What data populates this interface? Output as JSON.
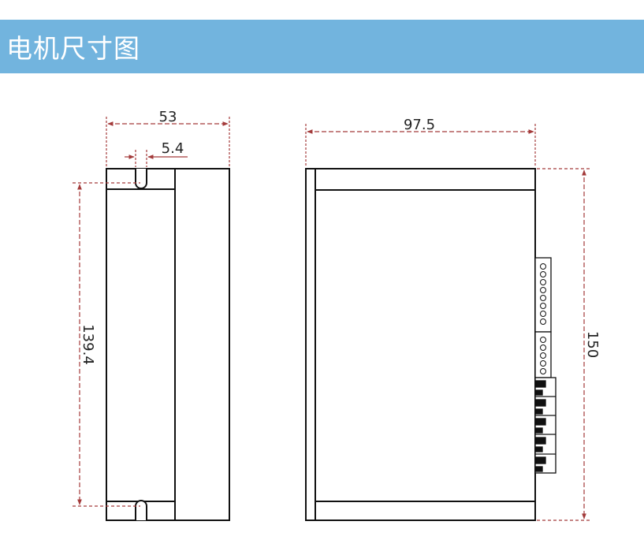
{
  "header": {
    "title": "电机尺寸图"
  },
  "colors": {
    "header_bg": "#72b4de",
    "dimension_line": "#a33a3a",
    "outline": "#111111"
  },
  "dimensions": {
    "width": "53",
    "slot": "5.4",
    "mount_height": "139.4",
    "depth": "97.5",
    "height": "150"
  }
}
